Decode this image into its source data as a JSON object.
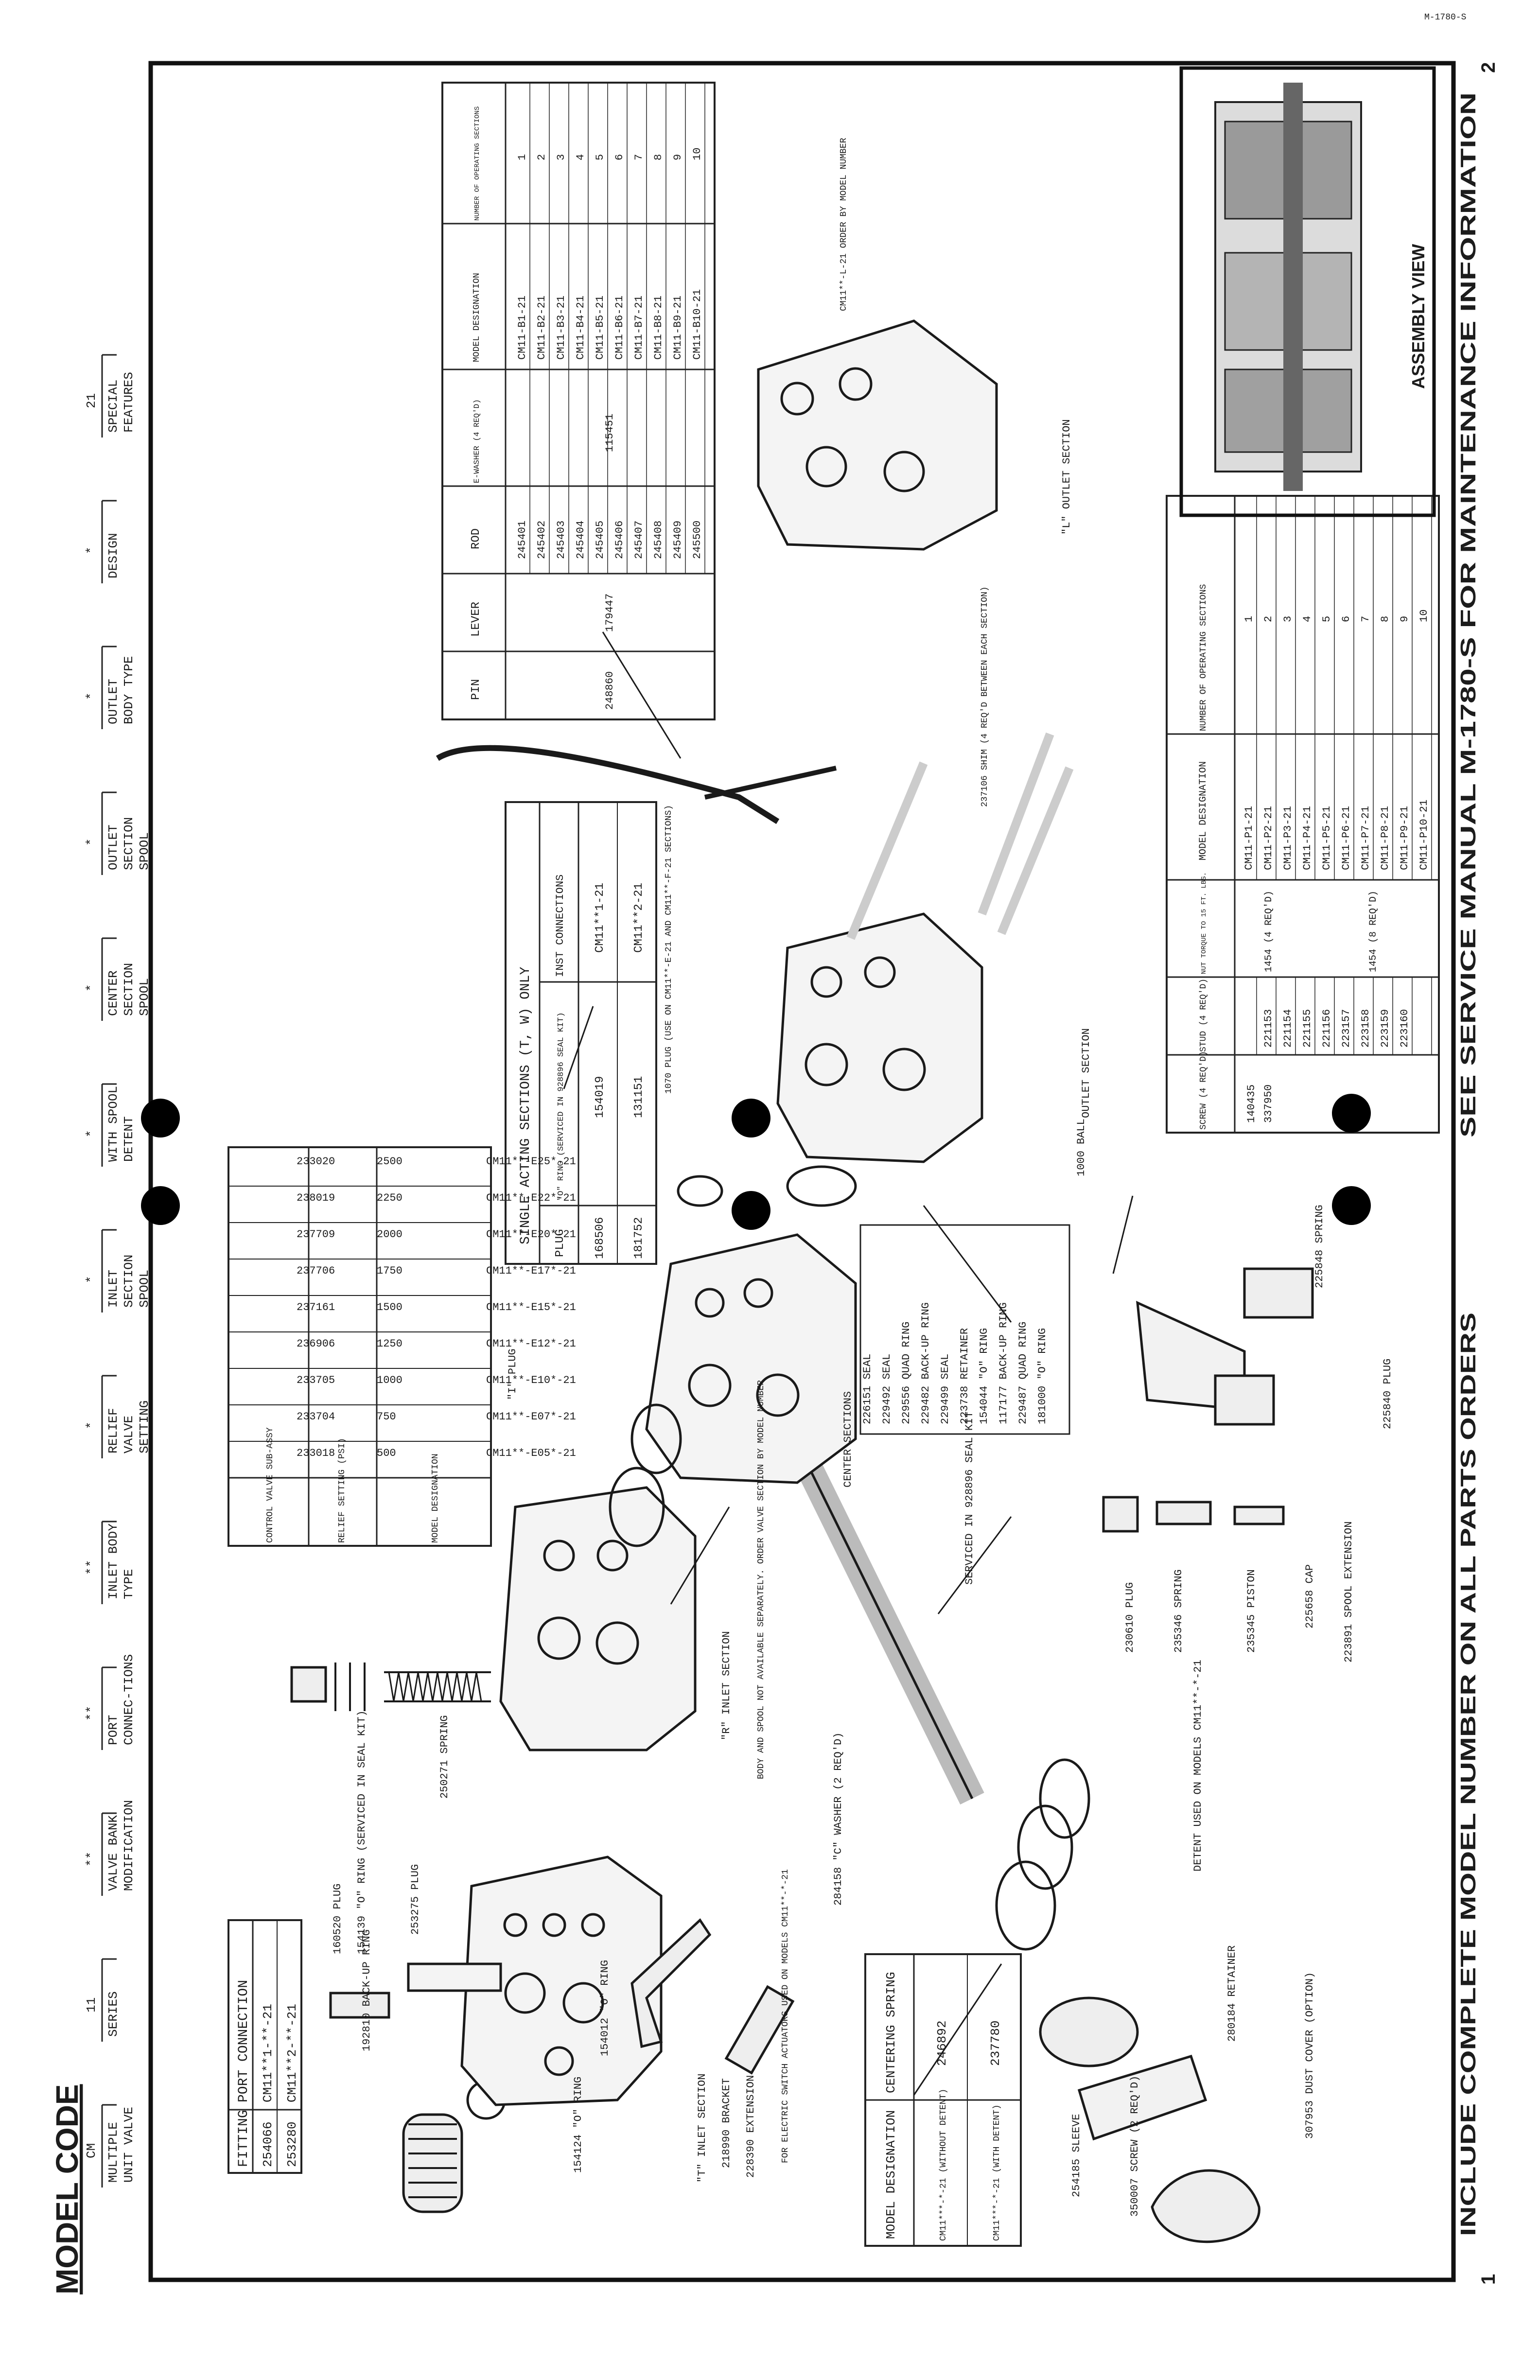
{
  "corner_code": "M-1780-S",
  "page_numbers": {
    "left": "1",
    "right": "2"
  },
  "model_code": {
    "title": "MODEL CODE",
    "code_values": [
      "CM",
      "11",
      "**",
      "**",
      "**",
      "*",
      "*",
      "*",
      "*",
      "*",
      "*",
      "*",
      "21",
      "***"
    ],
    "fields": [
      "MULTIPLE UNIT VALVE",
      "SERIES",
      "VALVE BANK MODIFICATION",
      "PORT CONNEC-TIONS",
      "INLET BODY TYPE",
      "RELIEF VALVE SETTING",
      "INLET SECTION SPOOL",
      "WITH SPOOL DETENT",
      "CENTER SECTION SPOOL",
      "OUTLET SECTION SPOOL",
      "OUTLET BODY TYPE",
      "DESIGN",
      "SPECIAL FEATURES"
    ]
  },
  "footer": {
    "left": "INCLUDE COMPLETE MODEL NUMBER ON ALL PARTS ORDERS",
    "right": "SEE SERVICE MANUAL M-1780-S FOR MAINTENANCE INFORMATION"
  },
  "fitting_table": {
    "headers": [
      "FITTING",
      "PORT CONNECTION"
    ],
    "rows": [
      [
        "254066",
        "CM11**1-**-21"
      ],
      [
        "253280",
        "CM11**2-**-21"
      ]
    ]
  },
  "centering_table": {
    "headers": [
      "MODEL DESIGNATION",
      "CENTERING SPRING"
    ],
    "rows": [
      [
        "CM11***-*-21 (WITHOUT DETENT)",
        "246892"
      ],
      [
        "CM11***-*-21 (WITH DETENT)",
        "237780"
      ]
    ]
  },
  "relief_table": {
    "headers": [
      "CONTROL VALVE SUB-ASSY",
      "RELIEF SETTING (PSI)",
      "MODEL DESIGNATION"
    ],
    "rows": [
      [
        "233018",
        "500",
        "CM11**-E05*-21"
      ],
      [
        "233704",
        "750",
        "CM11**-E07*-21"
      ],
      [
        "233705",
        "1000",
        "CM11**-E10*-21"
      ],
      [
        "236906",
        "1250",
        "CM11**-E12*-21"
      ],
      [
        "237161",
        "1500",
        "CM11**-E15*-21"
      ],
      [
        "237706",
        "1750",
        "CM11**-E17*-21"
      ],
      [
        "237709",
        "2000",
        "CM11**-E20*-21"
      ],
      [
        "238019",
        "2250",
        "CM11**-E22*-21"
      ],
      [
        "233020",
        "2500",
        "CM11**-E25*-21"
      ]
    ]
  },
  "single_acting_table": {
    "title": "SINGLE ACTING SECTIONS (T, W) ONLY",
    "headers": [
      "PLUG",
      "\"O\" RING (SERVICED IN 928896 SEAL KIT)",
      "INST CONNECTIONS"
    ],
    "rows": [
      [
        "168506",
        "154019",
        "CM11**1-21"
      ],
      [
        "181752",
        "131151",
        "CM11**2-21"
      ]
    ]
  },
  "rod_table": {
    "headers": [
      "PIN",
      "LEVER",
      "ROD",
      "E-WASHER (4 REQ'D)",
      "MODEL DESIGNATION",
      "NUMBER OF OPERATING SECTIONS"
    ],
    "pin": "248860",
    "lever": "179447",
    "washer": "115451",
    "rows": [
      [
        "245401",
        "CM11-B1-21",
        "1"
      ],
      [
        "245402",
        "CM11-B2-21",
        "2"
      ],
      [
        "245403",
        "CM11-B3-21",
        "3"
      ],
      [
        "245404",
        "CM11-B4-21",
        "4"
      ],
      [
        "245405",
        "CM11-B5-21",
        "5"
      ],
      [
        "245406",
        "CM11-B6-21",
        "6"
      ],
      [
        "245407",
        "CM11-B7-21",
        "7"
      ],
      [
        "245408",
        "CM11-B8-21",
        "8"
      ],
      [
        "245409",
        "CM11-B9-21",
        "9"
      ],
      [
        "245500",
        "CM11-B10-21",
        "10"
      ]
    ]
  },
  "stud_table": {
    "headers": [
      "SCREW (4 REQ'D)",
      "STUD (4 REQ'D)",
      "NUT TORQUE TO 15 FT. LBS.",
      "MODEL DESIGNATION",
      "NUMBER OF OPERATING SECTIONS"
    ],
    "screws": [
      "140435",
      "337950"
    ],
    "nut_a": "1454 (4 REQ'D)",
    "nut_b": "1454 (8 REQ'D)",
    "rows": [
      [
        "",
        "CM11-P1-21",
        "1"
      ],
      [
        "221153",
        "CM11-P2-21",
        "2"
      ],
      [
        "221154",
        "CM11-P3-21",
        "3"
      ],
      [
        "221155",
        "CM11-P4-21",
        "4"
      ],
      [
        "221156",
        "CM11-P5-21",
        "5"
      ],
      [
        "223157",
        "CM11-P6-21",
        "6"
      ],
      [
        "223158",
        "CM11-P7-21",
        "7"
      ],
      [
        "223159",
        "CM11-P8-21",
        "8"
      ],
      [
        "223160",
        "CM11-P9-21",
        "9"
      ],
      [
        "",
        "CM11-P10-21",
        "10"
      ]
    ]
  },
  "callouts": {
    "o_ring_a": "154124 \"O\" RING",
    "backup_ring": "192810 BACK-UP RING",
    "o_ring_b": "154012 \"O\" RING",
    "plug_1": "160520 PLUG",
    "o_ring_seal": "154139 \"O\" RING (SERVICED IN SEAL KIT)",
    "plug_2": "253275 PLUG",
    "spring_relief": "250271 SPRING",
    "inlet_section": "\"T\" INLET SECTION",
    "bracket": "218990 BRACKET",
    "extension": "228390 EXTENSION",
    "switch_note": "FOR ELECTRIC SWITCH ACTUATORS USED ON MODELS CM11**-*-21",
    "inlet_section_r": "\"R\" INLET SECTION",
    "body_spool_note": "BODY AND SPOOL NOT AVAILABLE SEPARATELY. ORDER VALVE SECTION BY MODEL NUMBER",
    "c_washer": "284158 \"C\" WASHER (2 REQ'D)",
    "sleeve": "254185 SLEEVE",
    "screw": "350007 SCREW (2 REQ'D)",
    "dust_cover": "307953 DUST COVER (OPTION)",
    "retainer": "280184 RETAINER",
    "detent_used": "DETENT USED ON MODELS CM11**-*-21",
    "plug_detent": "230610 PLUG",
    "spring_detent": "235346 SPRING",
    "piston": "235345 PISTON",
    "cap": "225658 CAP",
    "spool_extension": "223891 SPOOL EXTENSION",
    "plug_3": "225840 PLUG",
    "spring_center": "225848 SPRING",
    "serviced_kit": "SERVICED IN 928896 SEAL KIT",
    "center_sections": "CENTER SECTIONS",
    "seal_list": [
      "226151 SEAL",
      "229492 SEAL",
      "229556 QUAD RING",
      "229482 BACK-UP RING",
      "229499 SEAL",
      "223738 RETAINER",
      "154044 \"O\" RING",
      "117177 BACK-UP RING",
      "229487 QUAD RING",
      "181000 \"O\" RING"
    ],
    "ball": "1000 BALL",
    "outlet_section": "OUTLET SECTION",
    "plug_outlet": "1070 PLUG (USE ON CM11**-E-21 AND CM11**-F-21 SECTIONS)",
    "i_plug": "\"I\" PLUG",
    "shim": "237106 SHIM (4 REQ'D BETWEEN EACH SECTION)",
    "l_outlet_section": "\"L\" OUTLET SECTION",
    "l_outlet_order": "CM11**-L-21 ORDER BY MODEL NUMBER",
    "assembly_view": "ASSEMBLY VIEW"
  }
}
